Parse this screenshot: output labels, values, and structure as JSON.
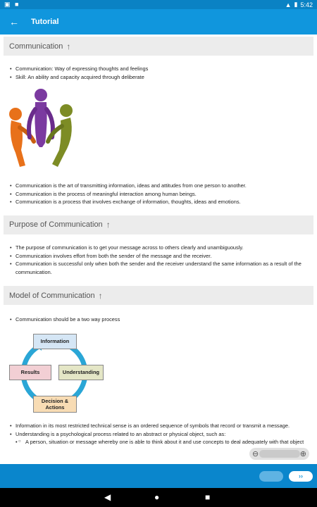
{
  "status_bar": {
    "time": "5:42",
    "left_icons": "▣ ■"
  },
  "app_bar": {
    "back_glyph": "←",
    "title": "Tutorial"
  },
  "sections": [
    {
      "heading": "Communication",
      "bullets_top": [
        "Communication: Way of expressing thoughts and feelings",
        "Skill: An ability and capacity acquired through deliberate"
      ],
      "bullets_bottom": [
        "Communication is the art of transmitting information, ideas and attitudes from one person to another.",
        "Communication is the process of meaningful interaction among human beings.",
        "Communication is a process that involves exchange of information, thoughts, ideas and emotions."
      ]
    },
    {
      "heading": "Purpose of Communication",
      "bullets": [
        "The purpose of communication is to get your message across to others clearly and unambiguously.",
        "Communication involves effort from both the sender of the message and the receiver.",
        "Communication is successful only when both the sender and the receiver understand the same information as a result of the communication."
      ]
    },
    {
      "heading": "Model of Communication",
      "bullets_top": [
        "Communication should be a two way process"
      ],
      "cycle": {
        "information": "Information",
        "understanding": "Understanding",
        "decision": "Decision & Actions",
        "results": "Results"
      },
      "bullets_bottom": [
        "Information in its most restricted technical sense is an ordered sequence of symbols that record or transmit a message.",
        "Understanding is a psychological process related to an abstract or physical object, such as:"
      ],
      "sub_bullets": [
        "A person, situation or message whereby one is able to think about it and use concepts to deal adequately with that object"
      ]
    }
  ],
  "colors": {
    "app_bar": "#1096dd",
    "status_bar": "#0a82c4",
    "bottom_bar": "#0a86cc"
  },
  "zoom": {
    "out_icon": "zoom-out-icon",
    "in_icon": "zoom-in-icon"
  },
  "bottom_bar": {
    "next_label": "››"
  },
  "nav": {
    "back": "◀",
    "home": "●",
    "recents": "■"
  }
}
